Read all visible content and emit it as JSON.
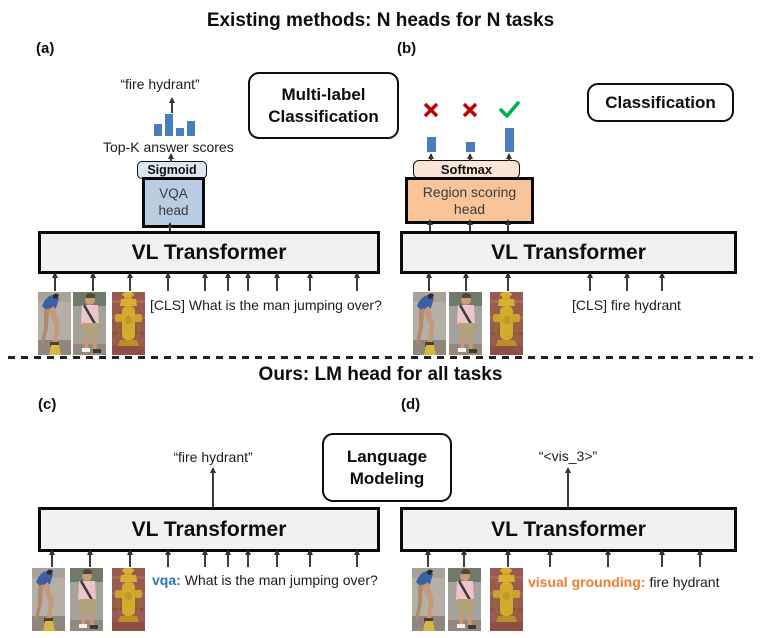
{
  "colors": {
    "bar_blue": "#4a7cc0",
    "cross_red": "#c00000",
    "check_green": "#00b050",
    "sigmoid_fill": "#dce6f2",
    "vqa_head_fill": "#b8cce4",
    "softmax_fill": "#fbe5d6",
    "region_head_fill": "#f9c499",
    "transformer_fill": "#f1f1f1",
    "vqa_prefix_blue": "#2e74b5",
    "grounding_prefix_orange": "#ed7d31"
  },
  "section_existing": {
    "title": "Existing methods: N heads for N tasks"
  },
  "section_ours": {
    "title": "Ours: LM head for all tasks"
  },
  "panel_a": {
    "label": "(a)",
    "output_text": "“fire hydrant”",
    "topk_label": "Top-K answer scores",
    "bars": [
      12,
      22,
      8,
      15
    ],
    "sigmoid_label": "Sigmoid",
    "head_line1": "VQA",
    "head_line2": "head",
    "transformer_label": "VL Transformer",
    "input_text": "[CLS] What is the man jumping over?",
    "task_box_line1": "Multi-label",
    "task_box_line2": "Classification"
  },
  "panel_b": {
    "label": "(b)",
    "bars": [
      15,
      10,
      24
    ],
    "softmax_label": "Softmax",
    "head_line1": "Region scoring",
    "head_line2": "head",
    "transformer_label": "VL Transformer",
    "input_text": "[CLS] fire hydrant",
    "task_box": "Classification"
  },
  "panel_c": {
    "label": "(c)",
    "output_text": "“fire hydrant”",
    "transformer_label": "VL Transformer",
    "input_prefix": "vqa:",
    "input_text": "What is the man jumping over?",
    "task_box_line1": "Language",
    "task_box_line2": "Modeling"
  },
  "panel_d": {
    "label": "(d)",
    "output_text": "“<vis_3>”",
    "transformer_label": "VL Transformer",
    "input_prefix": "visual grounding:",
    "input_text": "fire hydrant"
  },
  "icons": {
    "cross": "cross-icon",
    "check": "check-icon",
    "arrow": "arrow-up-icon",
    "image_patches": [
      "man-jumping-photo",
      "woman-pink-shirt-photo",
      "fire-hydrant-photo"
    ]
  }
}
